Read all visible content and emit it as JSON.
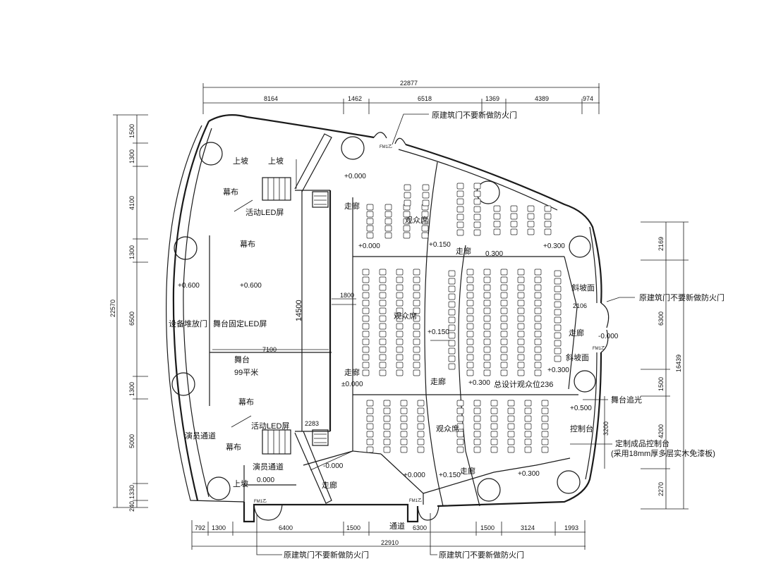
{
  "dims": {
    "top_total": "22877",
    "top": [
      "8164",
      "1462",
      "6518",
      "1369",
      "4389",
      "974"
    ],
    "bottom_total": "22910",
    "bottom": [
      "792",
      "1300",
      "6400",
      "1500",
      "6300",
      "1500",
      "3124",
      "1993"
    ],
    "left_total": "22570",
    "left": [
      "1500",
      "1300",
      "4100",
      "1300",
      "6500",
      "1300",
      "5000",
      "1330",
      "240"
    ],
    "right_total": "16439",
    "right": [
      "2169",
      "6300",
      "1500",
      "4200",
      "2270"
    ],
    "right_inner": "3200",
    "stage_depth": "14500",
    "stage_width": "7100",
    "aisle_1800": "1800",
    "dim_2106": "2106",
    "dim_2283": "2283"
  },
  "labels": {
    "door_note_top": "原建筑门不要新做防火门",
    "door_note_right": "原建筑门不要新做防火门",
    "door_note_bottom_left": "原建筑门不要新做防火门",
    "door_note_bottom_right": "原建筑门不要新做防火门",
    "upslope_1": "上坡",
    "upslope_2": "上坡",
    "upslope_3": "上坡",
    "curtain_1": "幕布",
    "curtain_2": "幕布",
    "curtain_3": "幕布",
    "curtain_4": "幕布",
    "mobile_led_1": "活动LED屏",
    "mobile_led_2": "活动LED屏",
    "equip_storage": "设备堆放门",
    "fixed_led": "舞台固定LED屏",
    "stage": "舞台",
    "stage_area": "99平米",
    "actor_passage_1": "演员通道",
    "actor_passage_2": "演员通道",
    "corridor_1": "走廊",
    "corridor_2": "走廊",
    "corridor_3": "走廊",
    "corridor_4": "走廊",
    "corridor_5": "走廊",
    "corridor_6": "走廊",
    "corridor_7": "走廊",
    "audience_1": "观众席",
    "audience_2": "观众席",
    "audience_3": "观众席",
    "slope_face_1": "斜坡面",
    "slope_face_2": "斜坡面",
    "total_seats": "总设计观众位236",
    "stage_light": "舞台追光",
    "control_room": "控制台",
    "control_desk_note_1": "定制成品控制台",
    "control_desk_note_2": "(采用18mm厚多层实木免漆板)",
    "passage_bottom": "通道",
    "door_small_1": "FM1乙",
    "door_small_2": "FM1乙",
    "door_small_3": "FM1乙",
    "door_small_4": "FM1乙"
  },
  "levels": {
    "l_000_a": "+0.000",
    "l_000_b": "+0.000",
    "l_000_c": "±0.000",
    "l_000_d": "-0.000",
    "l_000_e": "-0.000",
    "l_000_f": "+0.000",
    "l_000_g": "0.000",
    "l_150_a": "+0.150",
    "l_150_b": "+0.150",
    "l_150_c": "+0.150",
    "l_300_a": "0.300",
    "l_300_b": "+0.300",
    "l_300_c": "+0.300",
    "l_300_d": "+0.300",
    "l_300_e": "+0.300",
    "l_500": "+0.500",
    "l_600_a": "+0.600",
    "l_600_b": "+0.600"
  }
}
